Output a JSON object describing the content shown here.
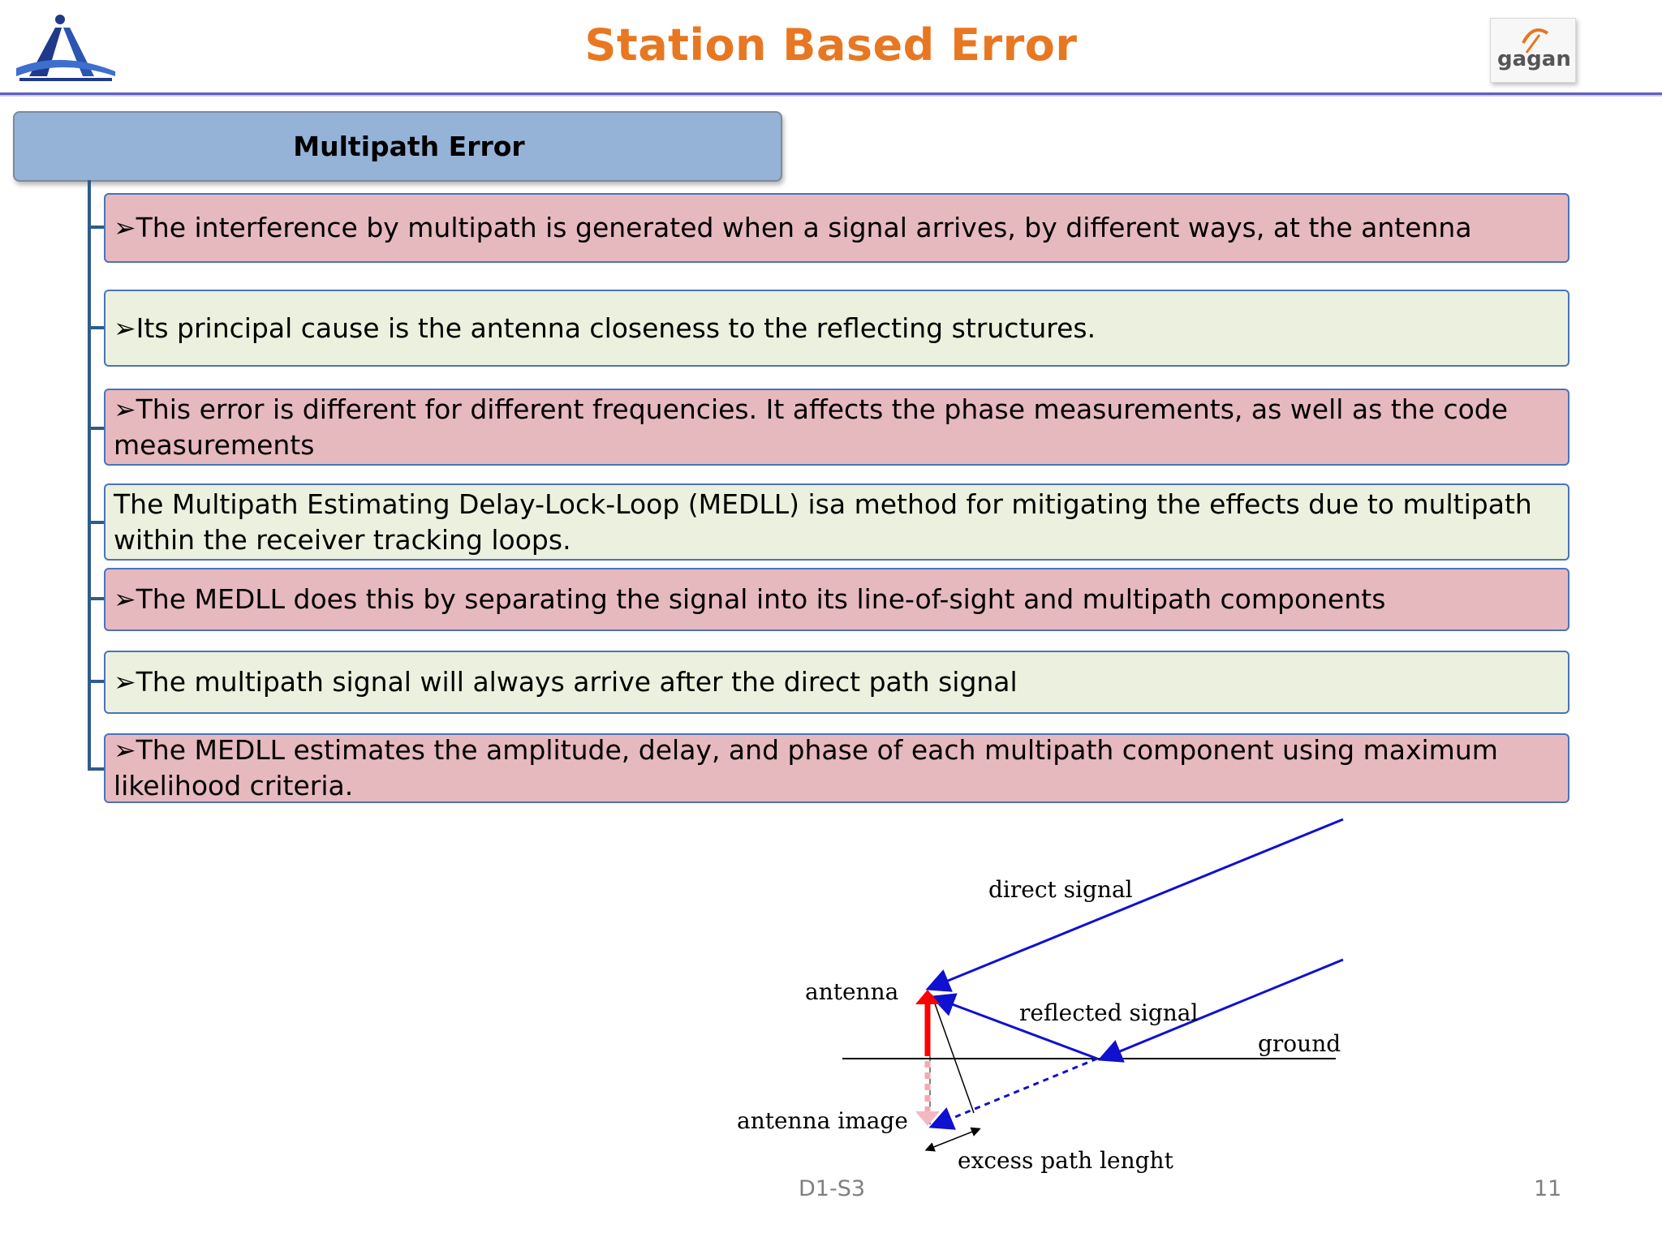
{
  "slide": {
    "title": "Station Based  Error",
    "section_title": "Multipath Error",
    "bullets": [
      "➢The interference by multipath is generated when a signal arrives, by different ways, at the antenna",
      "➢Its principal cause is the antenna closeness to the reflecting structures.",
      "➢This error is different for different frequencies. It affects the phase measurements, as well as the code measurements",
      "The Multipath Estimating Delay-Lock-Loop (MEDLL) isa method for mitigating the effects due to multipath within the receiver tracking loops.",
      "➢The MEDLL does this by separating the signal into its line-of-sight and multipath components",
      "➢The multipath signal will always arrive after the direct path signal",
      "➢The MEDLL estimates the amplitude, delay, and phase of each multipath component using maximum likelihood criteria."
    ],
    "diagram_labels": {
      "direct_signal": "direct signal",
      "antenna": "antenna",
      "reflected_signal": "reflected signal",
      "ground": "ground",
      "antenna_image": "antenna image",
      "excess_path": "excess path lenght"
    },
    "footer_code": "D1-S3",
    "page_number": "11",
    "logo_right_text": "gagan"
  },
  "colors": {
    "title": "#e87722",
    "header_rule": "#5b5fc7",
    "section_box": "#95b3d7",
    "bullet_pink": "#e6b9bf",
    "bullet_green": "#ebf1de",
    "bullet_border": "#4a74b8",
    "signal": "#1010d0",
    "antenna": "#ff0000"
  },
  "icons": {
    "logo_left": "aai-logo-icon",
    "logo_right": "gagan-logo-icon",
    "bullet_marker": "arrowhead-bullet-icon"
  }
}
